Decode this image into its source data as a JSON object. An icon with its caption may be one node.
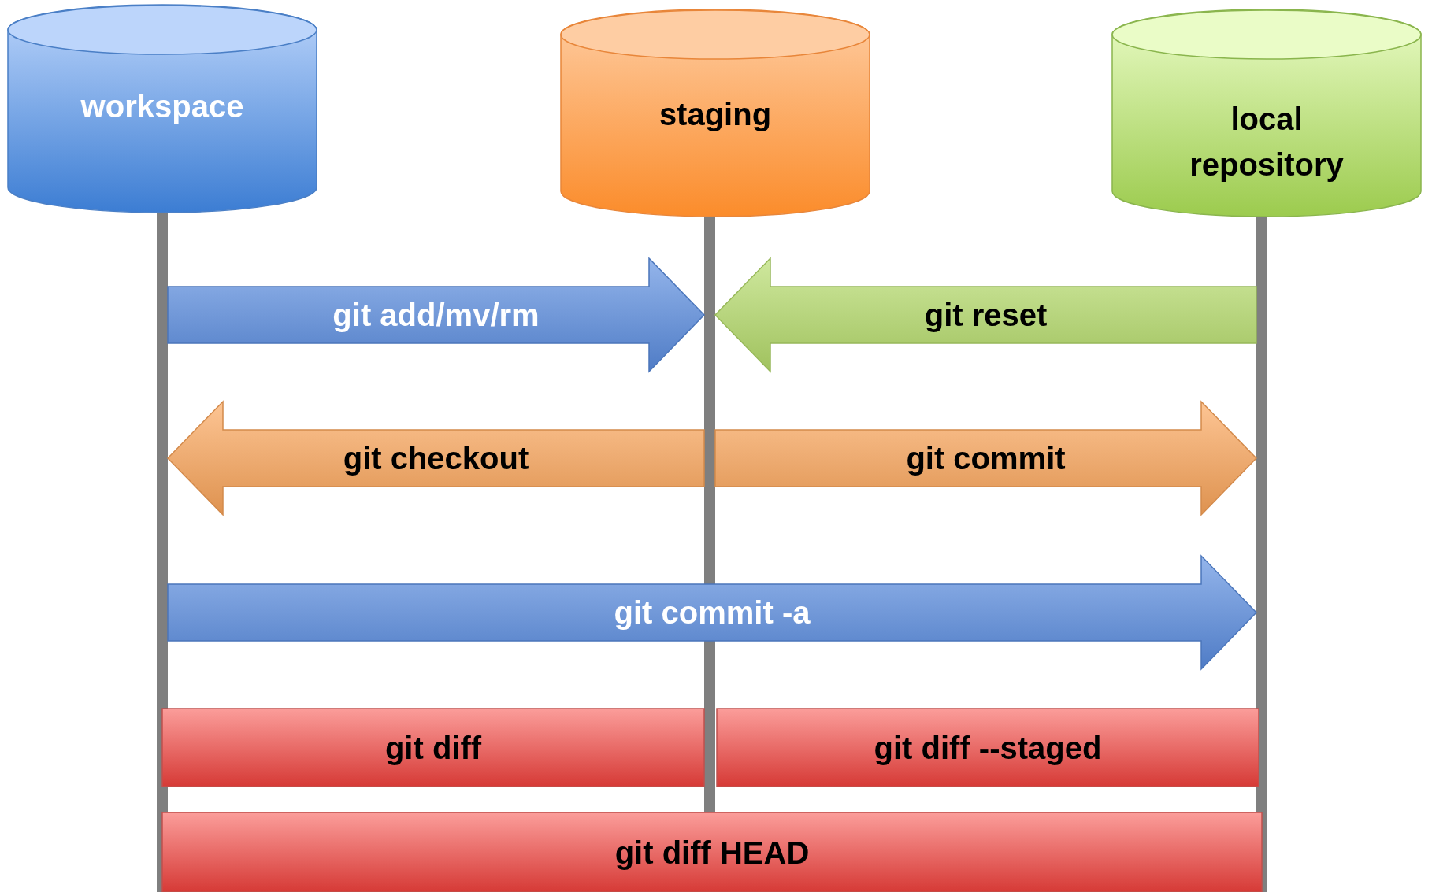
{
  "diagram": {
    "nodes": [
      {
        "text": [
          "workspace"
        ]
      },
      {
        "text": [
          "staging"
        ]
      },
      {
        "text": [
          "local repository"
        ]
      },
      {
        "text": [],
        "shape": "bar"
      },
      {
        "text": [],
        "shape": "bar"
      },
      {
        "text": [],
        "shape": "bar"
      },
      {
        "text": [
          "git diff"
        ]
      },
      {
        "text": [
          "git diff --staged"
        ]
      },
      {
        "text": [
          "git diff HEAD"
        ]
      }
    ],
    "edges": [
      {
        "from": 3,
        "to": 4,
        "arrow": "to",
        "label": "git add/mv/rm",
        "style": "thick",
        "color": "#5a8de0"
      },
      {
        "from": 5,
        "to": 4,
        "arrow": "to",
        "label": "git reset",
        "style": "thick",
        "color": "#b5dc6a"
      },
      {
        "from": 4,
        "to": 3,
        "arrow": "to",
        "label": "git checkout",
        "style": "thick",
        "color": "#fca55a"
      },
      {
        "from": 4,
        "to": 5,
        "arrow": "to",
        "label": "git commit",
        "style": "thick",
        "color": "#fca55a"
      },
      {
        "from": 3,
        "to": 5,
        "arrow": "to",
        "label": "git commit -a",
        "style": "thick",
        "color": "#5a8de0"
      }
    ]
  }
}
